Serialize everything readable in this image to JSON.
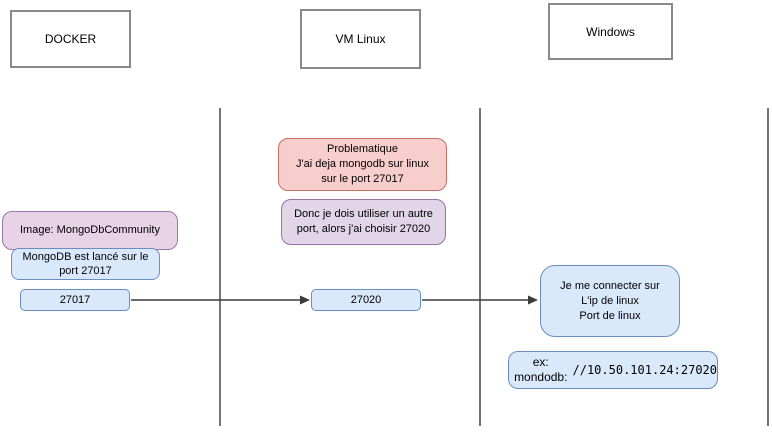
{
  "diagram": {
    "lanes": [
      {
        "title": "DOCKER"
      },
      {
        "title": "VM Linux"
      },
      {
        "title": "Windows"
      }
    ],
    "docker": {
      "image_note": "Image: MongoDbCommunity",
      "launch_note": {
        "line1": "MongoDB est lancé sur le",
        "line2": "port 27017"
      },
      "port": "27017"
    },
    "vm_linux": {
      "problem": {
        "line1": "Problematique",
        "line2": "J'ai deja mongodb sur linux",
        "line3": "sur le port 27017"
      },
      "solution": {
        "line1": "Donc je dois utiliser un autre",
        "line2": "port, alors j'ai choisir 27020"
      },
      "port": "27020"
    },
    "windows": {
      "connect": {
        "line1": "Je me connecter sur",
        "line2": "L'ip de linux",
        "line3": "Port de linux"
      },
      "example": {
        "prefix": "ex: mondodb:",
        "address": "//10.50.101.24:27020"
      }
    }
  },
  "colors": {
    "background": "#ffffff",
    "blue_fill": "#dae8fc",
    "blue_stroke": "#6c8ebf",
    "red_fill": "#f8cecc",
    "red_stroke": "#c86f66",
    "purple_fill": "#e1d5e7",
    "purple_stroke": "#9673a6",
    "mauve_fill": "#e7d2e6",
    "header_stroke": "#898989",
    "lane_stroke": "#757575",
    "arrow_stroke": "#3b3b3b"
  }
}
